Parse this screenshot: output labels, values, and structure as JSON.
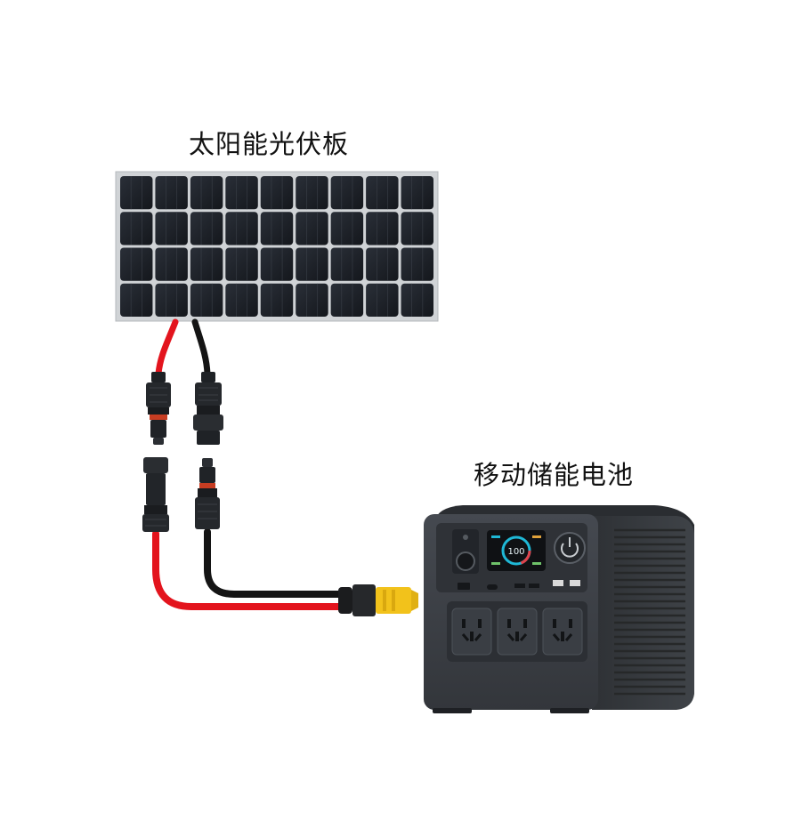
{
  "labels": {
    "panel": "太阳能光伏板",
    "station": "移动储能电池"
  },
  "panel": {
    "columns": 9,
    "rows": 4
  },
  "station": {
    "outlets": 3,
    "display_value": "100"
  },
  "colors": {
    "background": "#ffffff",
    "positive_cable": "#e3141d",
    "negative_cable": "#141414",
    "cell": "#1b1f26",
    "panel_frame": "#c9ccd0",
    "station_body": "#3b3f45",
    "station_top": "#2a2d31",
    "xt60": "#f2c21b"
  }
}
